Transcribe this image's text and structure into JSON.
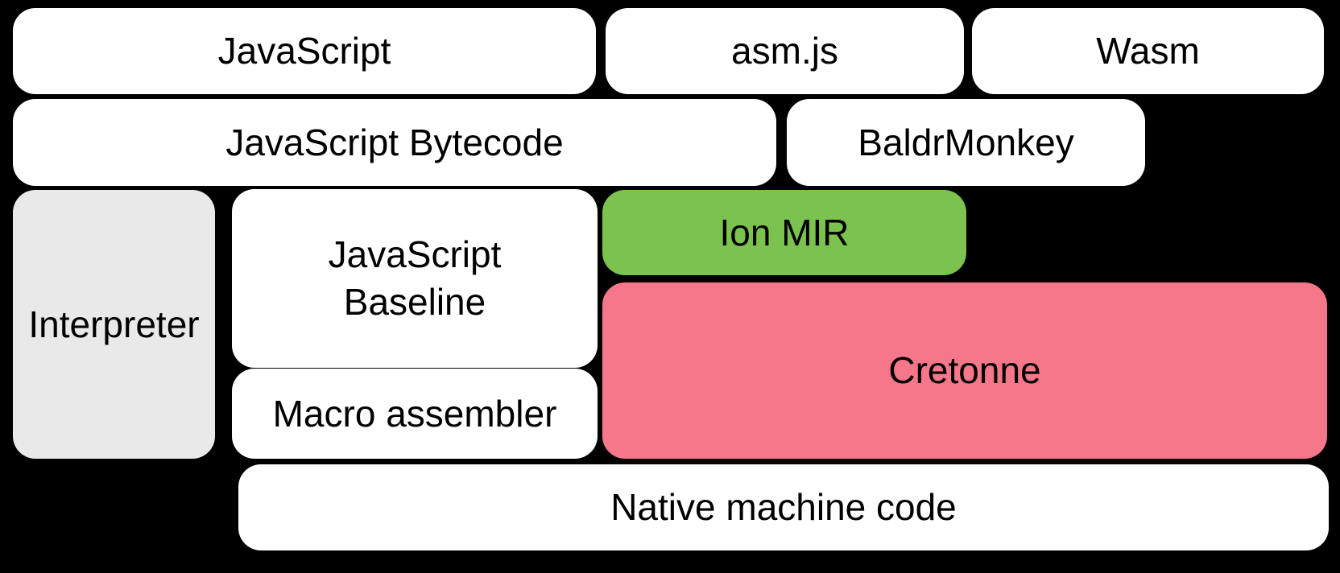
{
  "colors": {
    "background": "#000000",
    "box_white": "#ffffff",
    "interpreter_gray": "#e9e9e9",
    "ion_green": "#7cc24e",
    "cretonne_pink": "#f67789",
    "text": "#000000"
  },
  "diagram": {
    "boxes": {
      "javascript": {
        "label": "JavaScript"
      },
      "asmjs": {
        "label": "asm.js"
      },
      "wasm": {
        "label": "Wasm"
      },
      "javascript_bytecode": {
        "label": "JavaScript Bytecode"
      },
      "baldrmonkey": {
        "label": "BaldrMonkey"
      },
      "interpreter": {
        "label": "Interpreter"
      },
      "javascript_baseline": {
        "label": "JavaScript\nBaseline"
      },
      "ion_mir": {
        "label": "Ion MIR"
      },
      "cretonne": {
        "label": "Cretonne"
      },
      "macro_assembler": {
        "label": "Macro assembler"
      },
      "native_machine_code": {
        "label": "Native machine code"
      }
    }
  }
}
